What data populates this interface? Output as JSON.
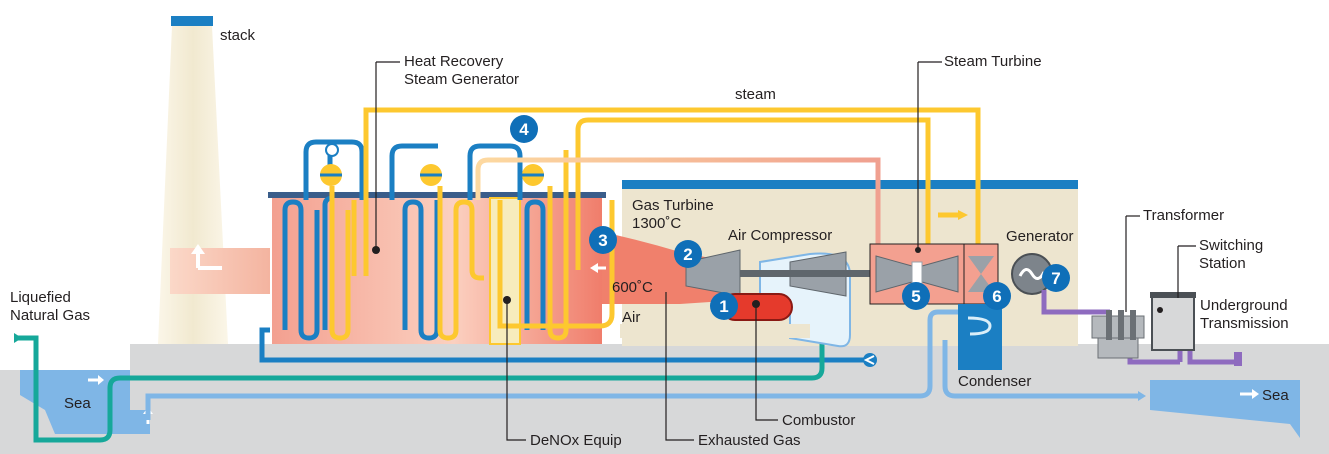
{
  "labels": {
    "stack": "stack",
    "hrsg": [
      "Heat Recovery",
      "Steam Generator"
    ],
    "steam": "steam",
    "steam_turbine": "Steam Turbine",
    "gas_turbine": [
      "Gas Turbine",
      "1300˚C"
    ],
    "air_compressor": "Air Compressor",
    "generator": "Generator",
    "transformer": "Transformer",
    "switching_station": [
      "Switching",
      "Station"
    ],
    "underground_transmission": [
      "Underground",
      "Transmission"
    ],
    "lng": [
      "Liquefied",
      "Natural Gas"
    ],
    "sea_left": "Sea",
    "sea_right": "Sea",
    "temp_600": "600˚C",
    "air": "Air",
    "condenser": "Condenser",
    "combustor": "Combustor",
    "denox": "DeNOx Equip",
    "exhausted_gas": "Exhausted Gas"
  },
  "markers": [
    "1",
    "2",
    "3",
    "4",
    "5",
    "6",
    "7"
  ],
  "colors": {
    "steam_yellow": "#fdc82f",
    "water_blue": "#1b7fc3",
    "gas_teal": "#16a89a",
    "sea_blue": "#7fb6e6",
    "power_purple": "#8e6bbf",
    "marker_blue": "#0f6fb8",
    "hrsg_red": "#f08f7e",
    "ground_gray": "#d7d8d9",
    "building_beige": "#ede5cf"
  }
}
